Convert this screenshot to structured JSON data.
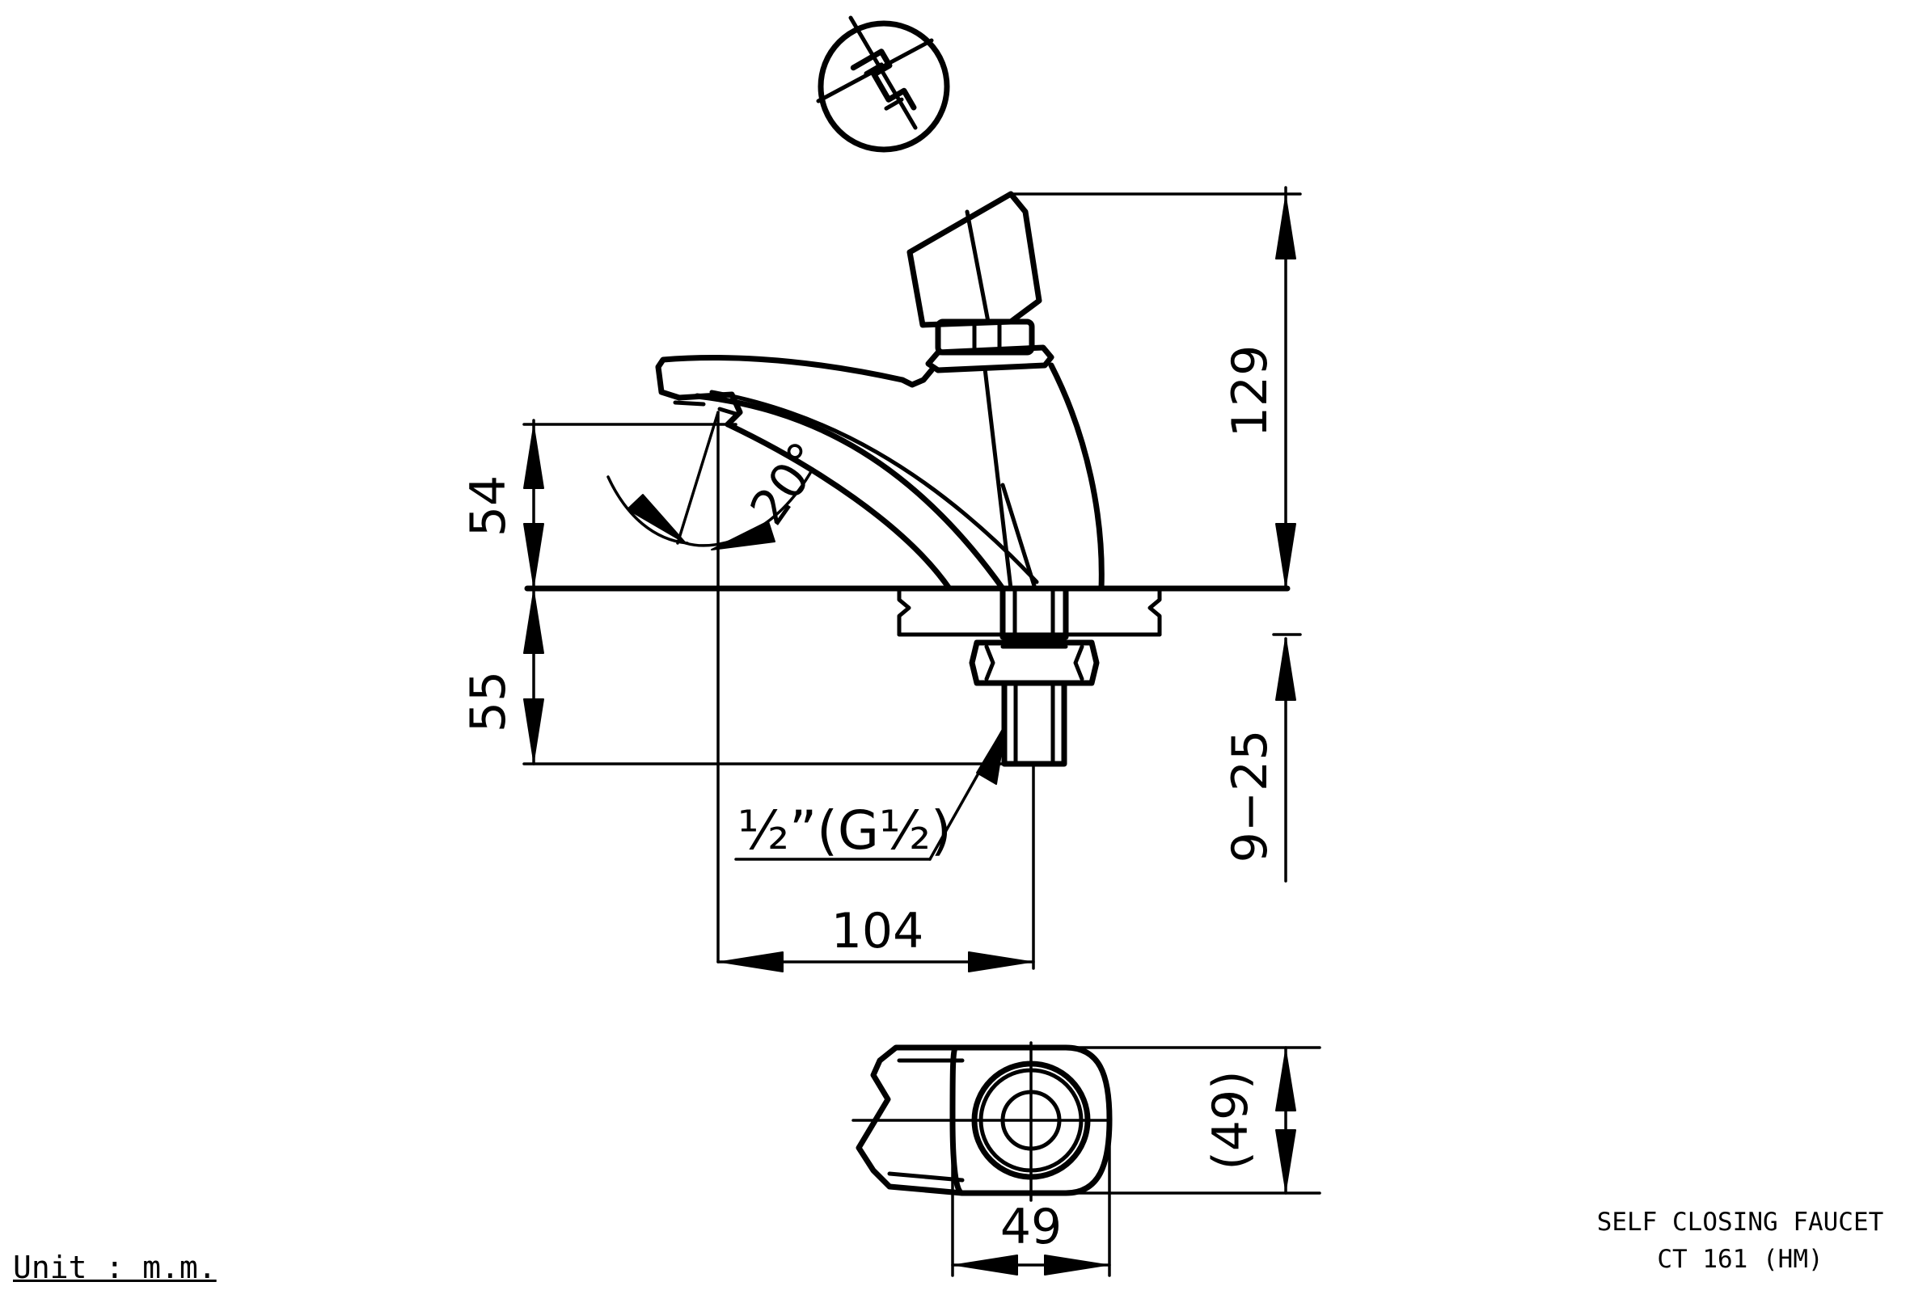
{
  "drawing": {
    "title_line1": "SELF CLOSING FAUCET",
    "title_line2": "CT 161 (HM)",
    "unit_note": "Unit  :  m.m."
  },
  "dimensions": {
    "total_height": "129",
    "spout_height": "54",
    "below_deck": "55",
    "deck_thickness": "9−25",
    "reach": "104",
    "base_width": "49",
    "base_depth": "(49)",
    "swivel_angle": "20°",
    "thread": "½”(G½)"
  }
}
